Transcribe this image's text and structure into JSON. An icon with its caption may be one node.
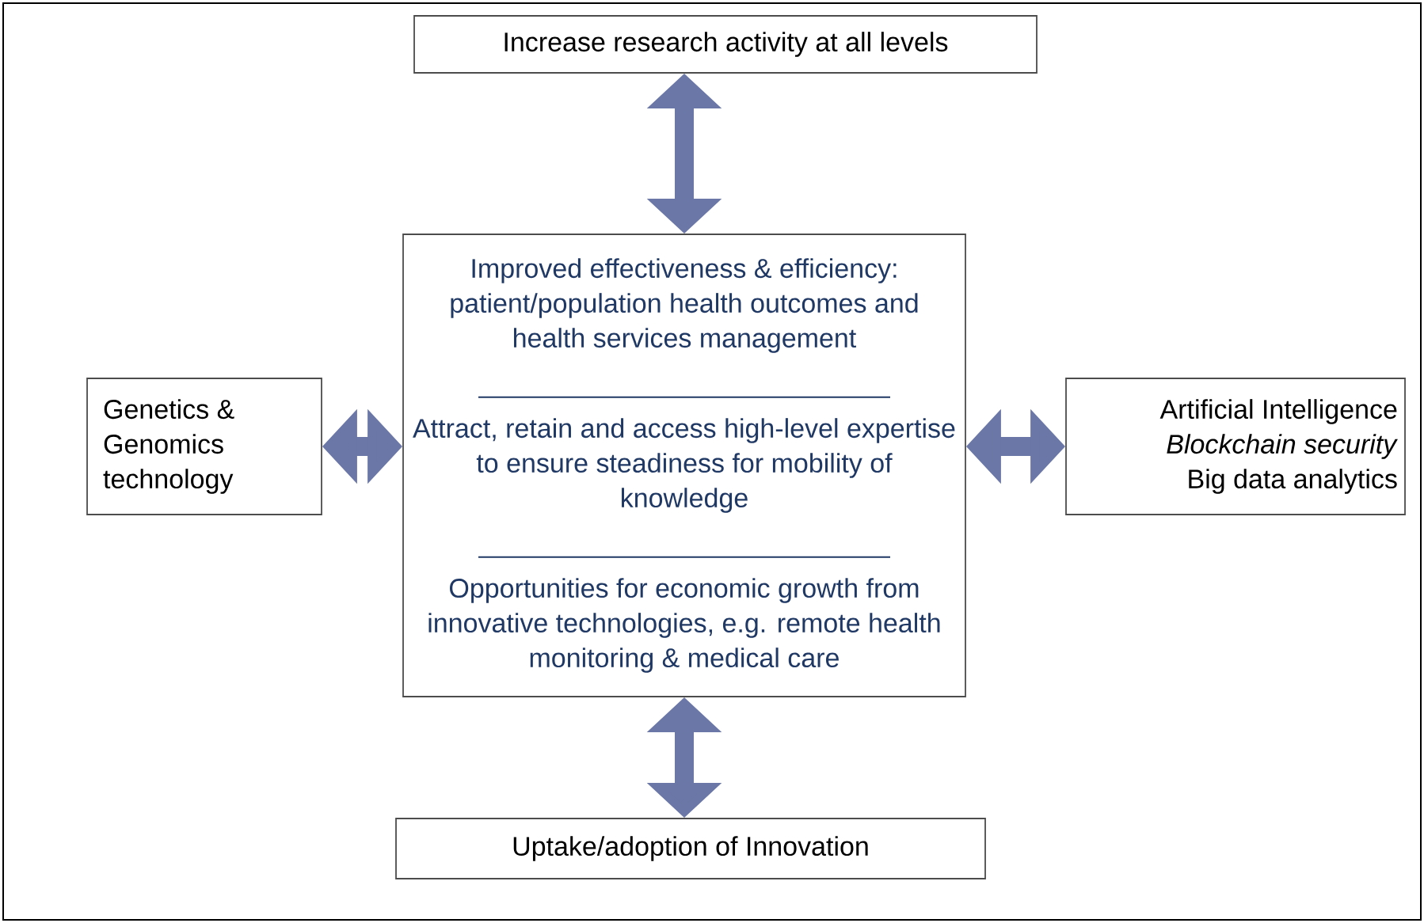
{
  "diagram": {
    "nodes": [
      {
        "text": [
          "Increase research activity at all levels"
        ]
      },
      {
        "text": [
          "Genetics & Genomics technology"
        ]
      },
      {
        "text": [
          "Improved effectiveness & efficiency: patient/population health outcomes and health services management",
          "Attract, retain and access high-level expertise to ensure steadiness for mobility of knowledge",
          "Opportunities for economic growth from innovative technologies, e.g. remote health monitoring & medical care"
        ]
      },
      {
        "text": [
          "Artificial Intelligence",
          "*Blockchain security*",
          "Big data analytics"
        ]
      },
      {
        "text": [
          "Uptake/adoption of Innovation"
        ]
      }
    ],
    "edges": [
      {
        "from": 0,
        "to": 2,
        "arrow": "both"
      },
      {
        "from": 1,
        "to": 2,
        "arrow": "both"
      },
      {
        "from": 2,
        "to": 3,
        "arrow": "both"
      },
      {
        "from": 2,
        "to": 4,
        "arrow": "both"
      }
    ]
  }
}
